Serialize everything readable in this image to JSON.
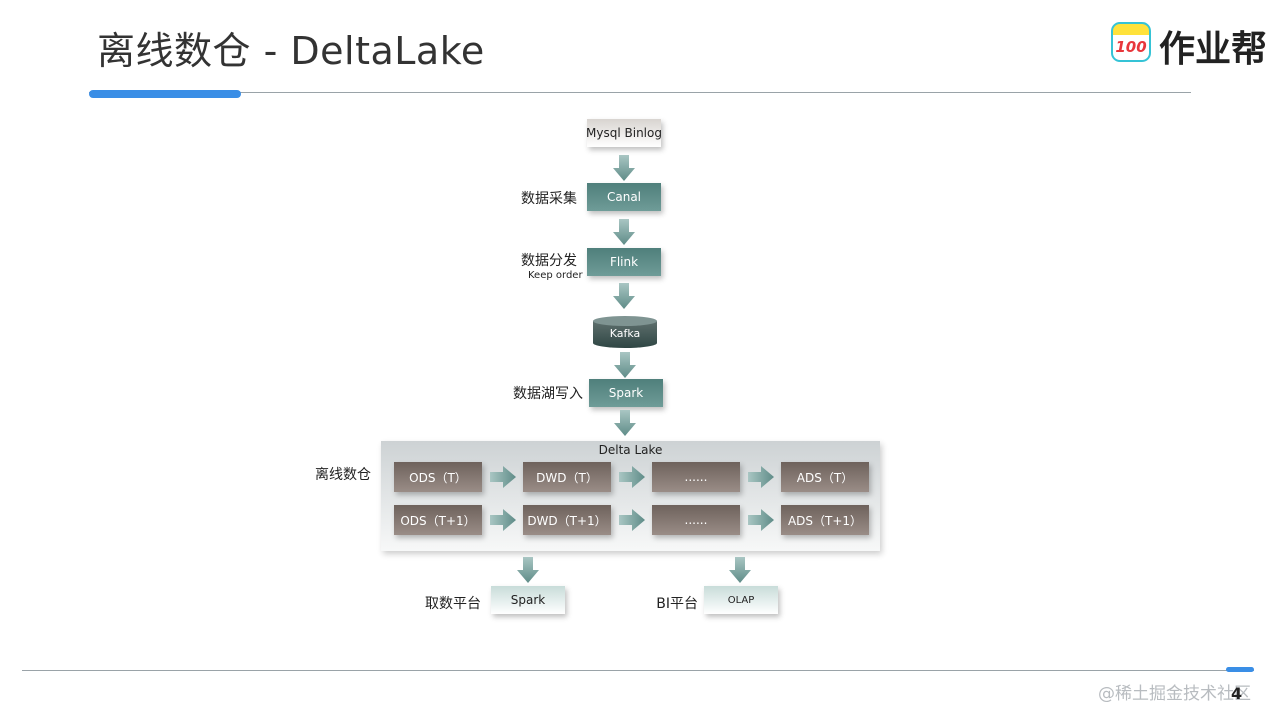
{
  "header": {
    "title": "离线数仓 - DeltaLake",
    "logo_badge": "100",
    "logo_text": "作业帮"
  },
  "flow": {
    "source": "Mysql Binlog",
    "collect_label": "数据采集",
    "collect_node": "Canal",
    "dispatch_label": "数据分发",
    "dispatch_sublabel": "Keep order",
    "dispatch_node": "Flink",
    "queue_node": "Kafka",
    "write_label": "数据湖写入",
    "write_node": "Spark"
  },
  "warehouse": {
    "label": "离线数仓",
    "panel_title": "Delta Lake",
    "row_t": [
      "ODS（T）",
      "DWD（T）",
      "......",
      "ADS（T）"
    ],
    "row_t1": [
      "ODS（T+1）",
      "DWD（T+1）",
      "......",
      "ADS（T+1）"
    ]
  },
  "outputs": {
    "fetch_label": "取数平台",
    "fetch_node": "Spark",
    "bi_label": "BI平台",
    "bi_node": "OLAP"
  },
  "footer": {
    "page_number": "4",
    "watermark": "@稀土掘金技术社区"
  },
  "colors": {
    "accent": "#3a8ee6",
    "teal": "#5b8a86",
    "brown": "#7d706a",
    "arrow": "#7ea6a2"
  }
}
